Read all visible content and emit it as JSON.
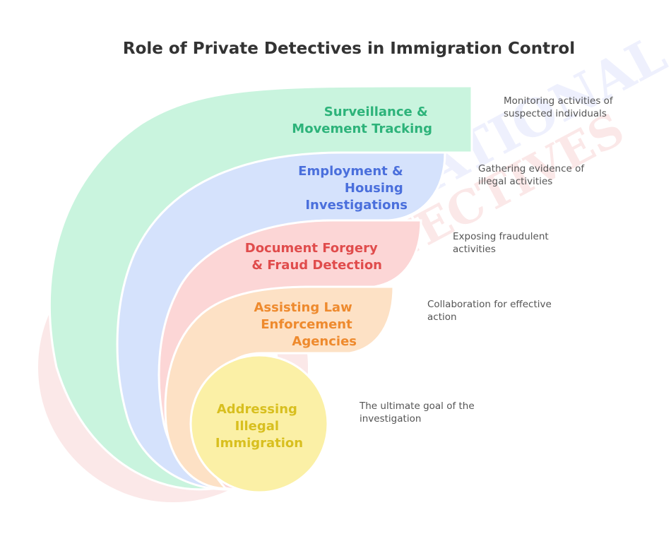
{
  "title": "Role of Private Detectives in Immigration Control",
  "watermark": {
    "line1": "NATIONAL",
    "line2": "DETECTIVES",
    "colors": [
      "#e04c4c",
      "#f2b04a",
      "#7f8cf0"
    ]
  },
  "bands": [
    {
      "label_lines": [
        "Surveillance &",
        "Movement Tracking"
      ],
      "description_lines": [
        "Monitoring activities of",
        "suspected individuals"
      ],
      "fill": "#c9f4de",
      "text_color": "#2db37a"
    },
    {
      "label_lines": [
        "Employment &",
        "Housing",
        "Investigations"
      ],
      "description_lines": [
        "Gathering evidence of",
        "illegal activities"
      ],
      "fill": "#d5e2fc",
      "text_color": "#4a6fdc"
    },
    {
      "label_lines": [
        "Document Forgery",
        "& Fraud Detection"
      ],
      "description_lines": [
        "Exposing fraudulent",
        "activities"
      ],
      "fill": "#fcd6d6",
      "text_color": "#e04c4c"
    },
    {
      "label_lines": [
        "Assisting Law",
        "Enforcement",
        "Agencies"
      ],
      "description_lines": [
        "Collaboration for effective",
        "action"
      ],
      "fill": "#fde1c5",
      "text_color": "#ee8a2e"
    },
    {
      "label_lines": [
        "Addressing",
        "Illegal",
        "Immigration"
      ],
      "description_lines": [
        "The ultimate goal of the",
        "investigation"
      ],
      "fill": "#fbf0a6",
      "text_color": "#d8bf1f"
    }
  ]
}
